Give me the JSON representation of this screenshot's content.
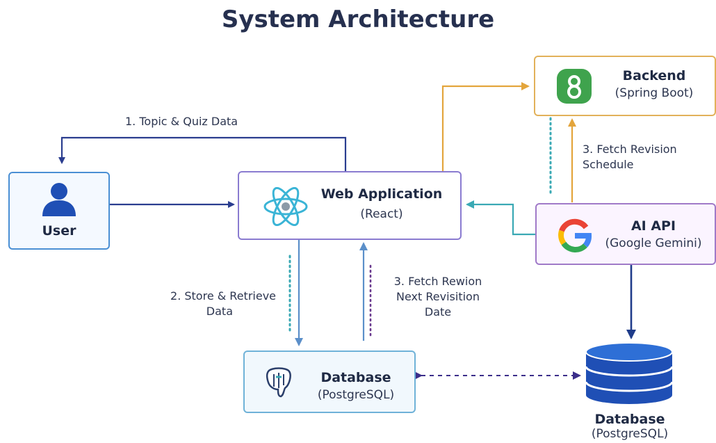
{
  "title": "System Architecture",
  "nodes": {
    "user": {
      "name": "User",
      "icon": "user-icon"
    },
    "web_app": {
      "name": "Web Application",
      "sub": "(React)",
      "icon": "react-icon"
    },
    "backend": {
      "name": "Backend",
      "sub": "(Spring Boot)",
      "icon": "spring-boot-icon"
    },
    "ai_api": {
      "name": "AI API",
      "sub": "(Google Gemini)",
      "icon": "google-icon"
    },
    "database_pg": {
      "name": "Database",
      "sub": "(PostgreSQL)",
      "icon": "postgresql-icon"
    },
    "database_2": {
      "name": "Database",
      "sub": "(PostgreSQL)",
      "icon": "database-cylinder-icon"
    }
  },
  "edges": {
    "topic_quiz": "1. Topic & Quiz Data",
    "store_retrieve": [
      "2. Store & Retrieve",
      "Data"
    ],
    "fetch_next": [
      "3. Fetch Rewion",
      "Next Revisition",
      "Date"
    ],
    "fetch_schedule": [
      "3. Fetch Revision",
      "Schedule"
    ]
  },
  "colors": {
    "navy": "#2a3d8f",
    "user_border": "#4a8fd4",
    "web_border": "#8a7bd0",
    "backend_border": "#e2b15a",
    "ai_border": "#a07ac8",
    "ai_bg": "#fbf4ff",
    "db_border": "#6fb2d8",
    "db_bg": "#f1f8fd",
    "orange": "#e3a53c",
    "teal": "#3aa9b4",
    "steel": "#5b8fc9",
    "purple_dash": "#6a3a8e"
  }
}
